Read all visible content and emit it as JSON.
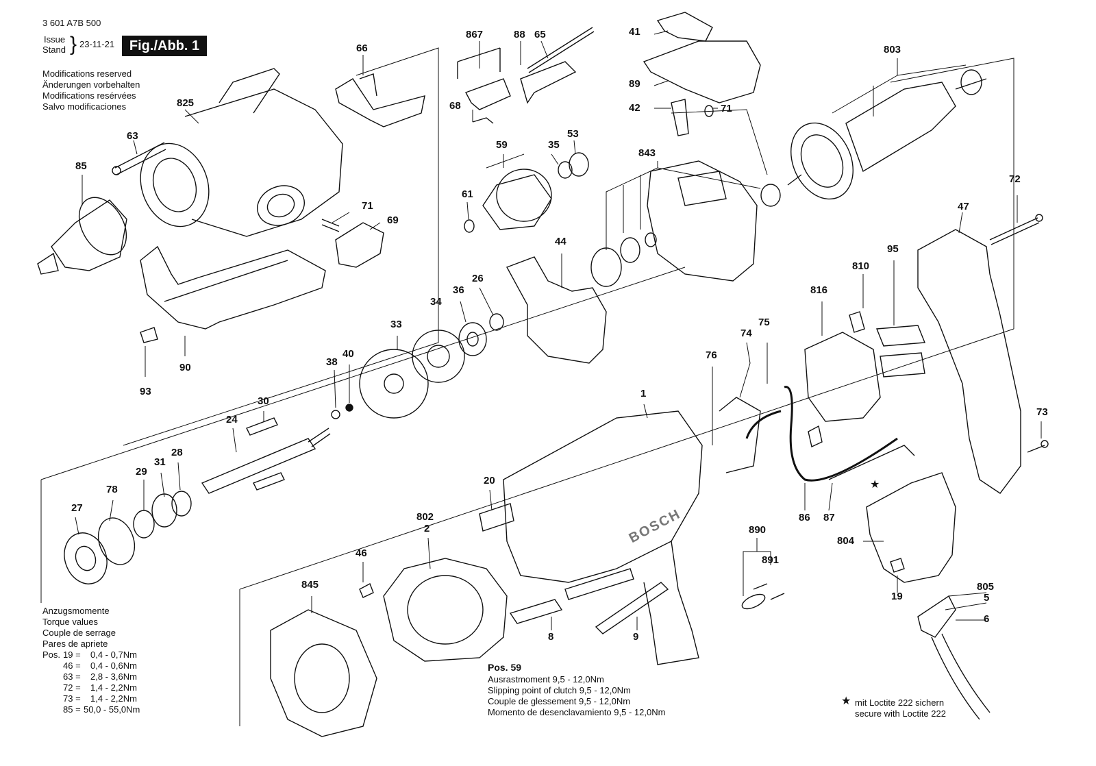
{
  "header": {
    "part_number": "3 601 A7B 500",
    "issue_label": "Issue",
    "stand_label": "Stand",
    "date": "23-11-21",
    "figure_label": "Fig./Abb. 1"
  },
  "modifications": [
    "Modifications reserved",
    "Änderungen vorbehalten",
    "Modifications resérvées",
    "Salvo modificaciones"
  ],
  "torque": {
    "titles": [
      "Anzugsmomente",
      "Torque values",
      "Couple de serrage",
      "Pares de apriete"
    ],
    "pos_label": "Pos.",
    "rows": [
      {
        "pos": "19 =",
        "value": "0,4 -  0,7Nm"
      },
      {
        "pos": "46 =",
        "value": "0,4 - 0,6Nm"
      },
      {
        "pos": "63 =",
        "value": "2,8 -  3,6Nm"
      },
      {
        "pos": "72 =",
        "value": "1,4 -  2,2Nm"
      },
      {
        "pos": "73 =",
        "value": "1,4 -  2,2Nm"
      },
      {
        "pos": "85 =",
        "value": "50,0 - 55,0Nm"
      }
    ]
  },
  "pos59": {
    "title": "Pos. 59",
    "lines": [
      "Ausrastmoment  9,5 - 12,0Nm",
      "Slipping point of clutch  9,5 - 12,0Nm",
      "Couple de glessement  9,5 - 12,0Nm",
      "Momento de desenclavamiento  9,5 - 12,0Nm"
    ]
  },
  "loctite": {
    "star": "★",
    "line1": "mit Loctite 222 sichern",
    "line2": "secure with Loctite 222"
  },
  "brand_on_housing": "BOSCH",
  "part_labels": [
    {
      "id": "p66",
      "text": "66"
    },
    {
      "id": "p825",
      "text": "825"
    },
    {
      "id": "p63",
      "text": "63"
    },
    {
      "id": "p85",
      "text": "85"
    },
    {
      "id": "p71a",
      "text": "71"
    },
    {
      "id": "p69",
      "text": "69"
    },
    {
      "id": "p93",
      "text": "93"
    },
    {
      "id": "p90",
      "text": "90"
    },
    {
      "id": "p867",
      "text": "867"
    },
    {
      "id": "p88",
      "text": "88"
    },
    {
      "id": "p65",
      "text": "65"
    },
    {
      "id": "p68",
      "text": "68"
    },
    {
      "id": "p59",
      "text": "59"
    },
    {
      "id": "p35",
      "text": "35"
    },
    {
      "id": "p53",
      "text": "53"
    },
    {
      "id": "p61",
      "text": "61"
    },
    {
      "id": "p41",
      "text": "41"
    },
    {
      "id": "p89",
      "text": "89"
    },
    {
      "id": "p42",
      "text": "42"
    },
    {
      "id": "p71b",
      "text": "71"
    },
    {
      "id": "p843",
      "text": "843"
    },
    {
      "id": "p803",
      "text": "803"
    },
    {
      "id": "p44",
      "text": "44"
    },
    {
      "id": "p26",
      "text": "26"
    },
    {
      "id": "p36",
      "text": "36"
    },
    {
      "id": "p34",
      "text": "34"
    },
    {
      "id": "p33",
      "text": "33"
    },
    {
      "id": "p38",
      "text": "38"
    },
    {
      "id": "p40",
      "text": "40"
    },
    {
      "id": "p30",
      "text": "30"
    },
    {
      "id": "p24",
      "text": "24"
    },
    {
      "id": "p72",
      "text": "72"
    },
    {
      "id": "p47",
      "text": "47"
    },
    {
      "id": "p95",
      "text": "95"
    },
    {
      "id": "p810",
      "text": "810"
    },
    {
      "id": "p816",
      "text": "816"
    },
    {
      "id": "p74",
      "text": "74"
    },
    {
      "id": "p75",
      "text": "75"
    },
    {
      "id": "p76",
      "text": "76"
    },
    {
      "id": "p1",
      "text": "1"
    },
    {
      "id": "p73",
      "text": "73"
    },
    {
      "id": "p78",
      "text": "78"
    },
    {
      "id": "p29",
      "text": "29"
    },
    {
      "id": "p31",
      "text": "31"
    },
    {
      "id": "p28",
      "text": "28"
    },
    {
      "id": "p27",
      "text": "27"
    },
    {
      "id": "p20",
      "text": "20"
    },
    {
      "id": "p802",
      "text": "802"
    },
    {
      "id": "p2",
      "text": "2"
    },
    {
      "id": "p86",
      "text": "86"
    },
    {
      "id": "p87",
      "text": "87"
    },
    {
      "id": "p804",
      "text": "804"
    },
    {
      "id": "p46",
      "text": "46"
    },
    {
      "id": "p890",
      "text": "890"
    },
    {
      "id": "p891",
      "text": "891"
    },
    {
      "id": "p845",
      "text": "845"
    },
    {
      "id": "p8",
      "text": "8"
    },
    {
      "id": "p9",
      "text": "9"
    },
    {
      "id": "p19",
      "text": "19"
    },
    {
      "id": "p805",
      "text": "805"
    },
    {
      "id": "p5",
      "text": "5"
    },
    {
      "id": "p6",
      "text": "6"
    }
  ]
}
